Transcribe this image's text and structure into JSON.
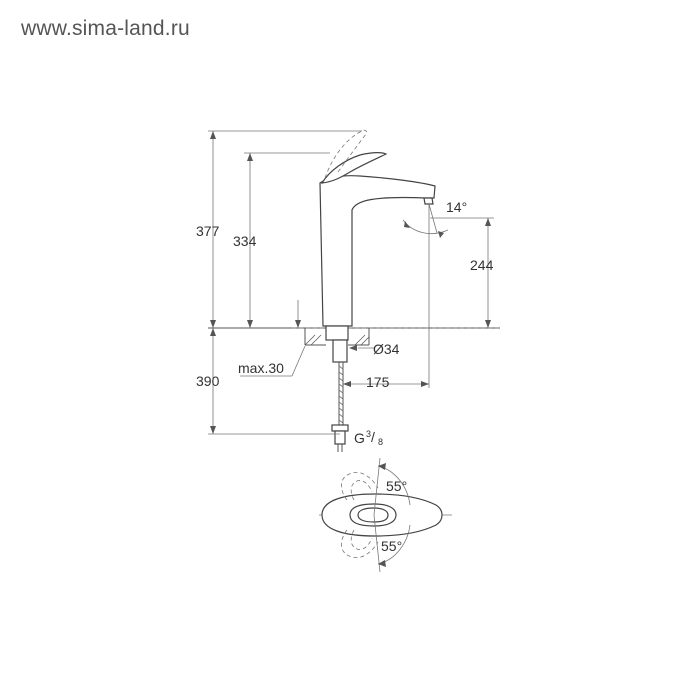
{
  "watermark": "www.sima-land.ru",
  "dimensions": {
    "total_height": "377",
    "handle_height": "334",
    "spout_height": "244",
    "below_height": "390",
    "max_thickness": "max.30",
    "spout_reach": "175",
    "hole_diameter": "Ø34",
    "spout_angle": "14°",
    "connection_g": "G",
    "connection_num": "3",
    "connection_slash": "/",
    "connection_den": "8",
    "rotation_top": "55°",
    "rotation_bottom": "55°"
  },
  "colors": {
    "line": "#555555",
    "text": "#333333",
    "background": "#ffffff"
  }
}
